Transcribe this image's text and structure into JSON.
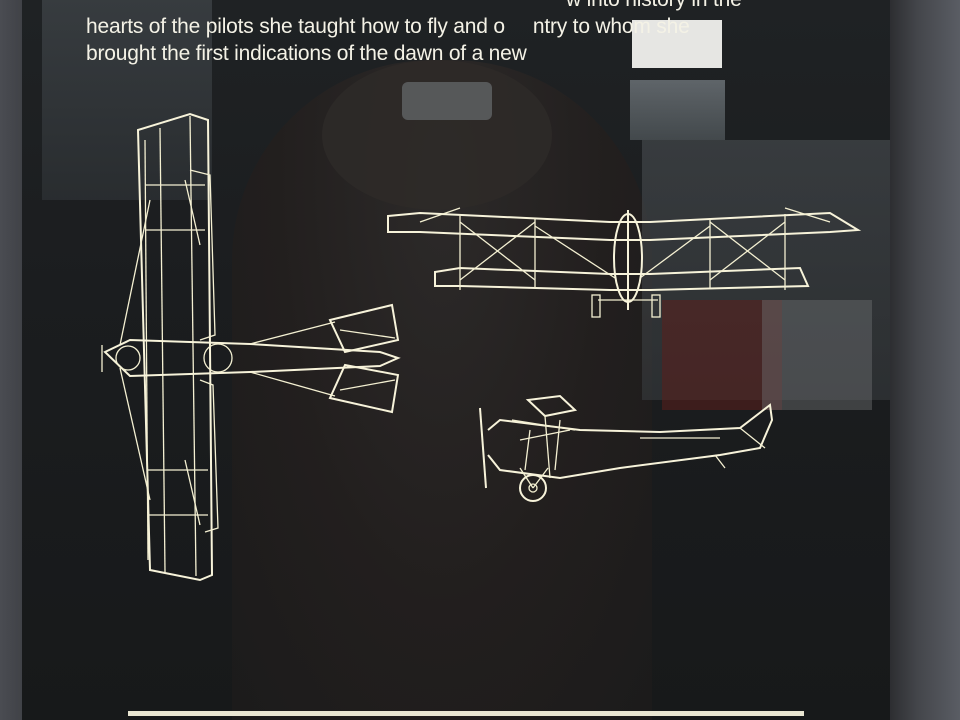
{
  "caption": {
    "line1": "hearts of the pilots she taught how to fly and o",
    "line1_cont": "ntry to whom she",
    "line0_a": "",
    "line0_b": "w into history in the",
    "line2": "brought the first indications of the dawn of a new"
  },
  "colors": {
    "panel": "#1b1d1f",
    "drawing_line": "#f4f0d2",
    "frame": "#44464b"
  }
}
